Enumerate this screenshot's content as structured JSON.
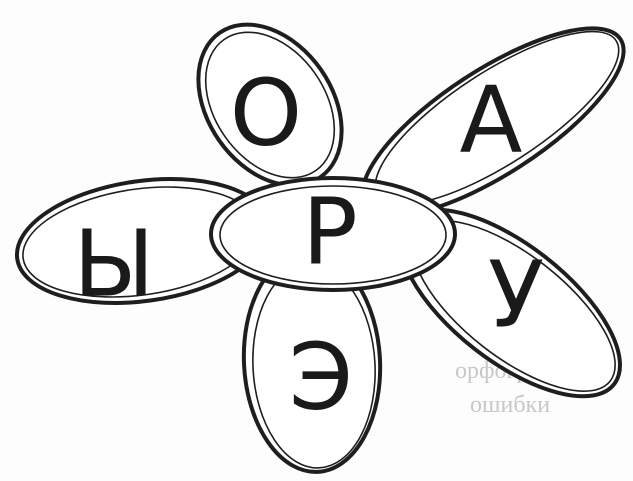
{
  "flower": {
    "center_letter": "Р",
    "petals": {
      "top": "О",
      "top_right": "А",
      "left": "Ы",
      "right": "У",
      "bottom": "Э"
    }
  },
  "background_text": {
    "line_1": "орфографию",
    "line_2": "ошибки"
  }
}
